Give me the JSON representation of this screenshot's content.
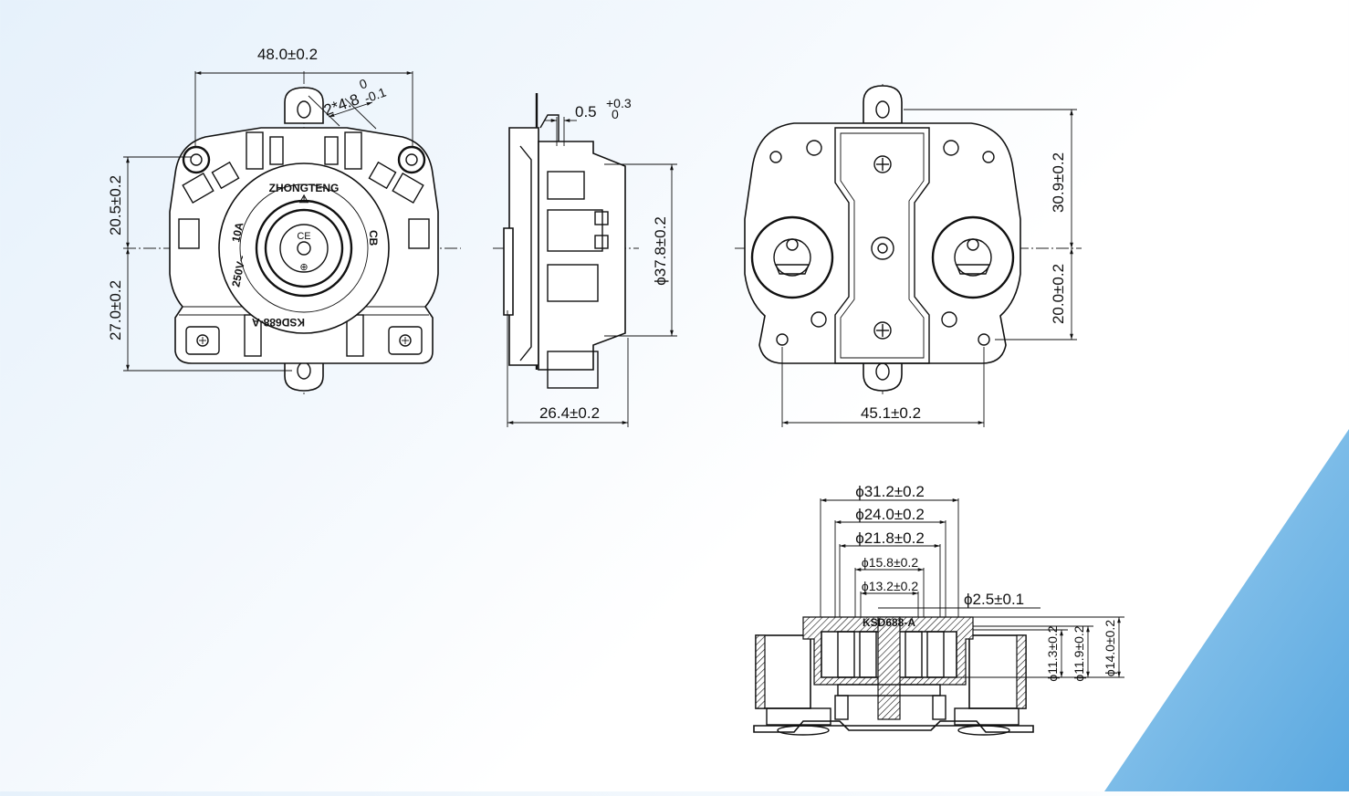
{
  "colors": {
    "accent": "#7fbde8",
    "background": "#eef5fc",
    "ink": "#111111"
  },
  "front_view": {
    "width_dim": "48.0±0.2",
    "hole_dim": "2*4.8",
    "hole_tol_upper": "0",
    "hole_tol_lower": "-0.1",
    "upper_height_dim": "20.5±0.2",
    "lower_height_dim": "27.0±0.2",
    "stamp_brand": "ZHONGTENG",
    "stamp_rating_v": "250V~",
    "stamp_rating_a": "10A",
    "stamp_cert": "CB",
    "stamp_model": "KSD688-A"
  },
  "side_view": {
    "offset_dim": "0.5",
    "offset_tol_upper": "+0.3",
    "offset_tol_lower": "0",
    "diameter_dim": "ϕ37.8±0.2",
    "depth_dim": "26.4±0.2"
  },
  "back_view": {
    "upper_height_dim": "30.9±0.2",
    "lower_height_dim": "20.0±0.2",
    "hole_spacing_dim": "45.1±0.2"
  },
  "section_view": {
    "d1": "ϕ31.2±0.2",
    "d2": "ϕ24.0±0.2",
    "d3": "ϕ21.8±0.2",
    "d4": "ϕ15.8±0.2",
    "d5": "ϕ13.2±0.2",
    "d6": "ϕ2.5±0.1",
    "h1": "ϕ11.3±0.2",
    "h2": "ϕ11.9±0.2",
    "h3": "ϕ14.0±0.2",
    "stamp": "KSD688-A"
  }
}
